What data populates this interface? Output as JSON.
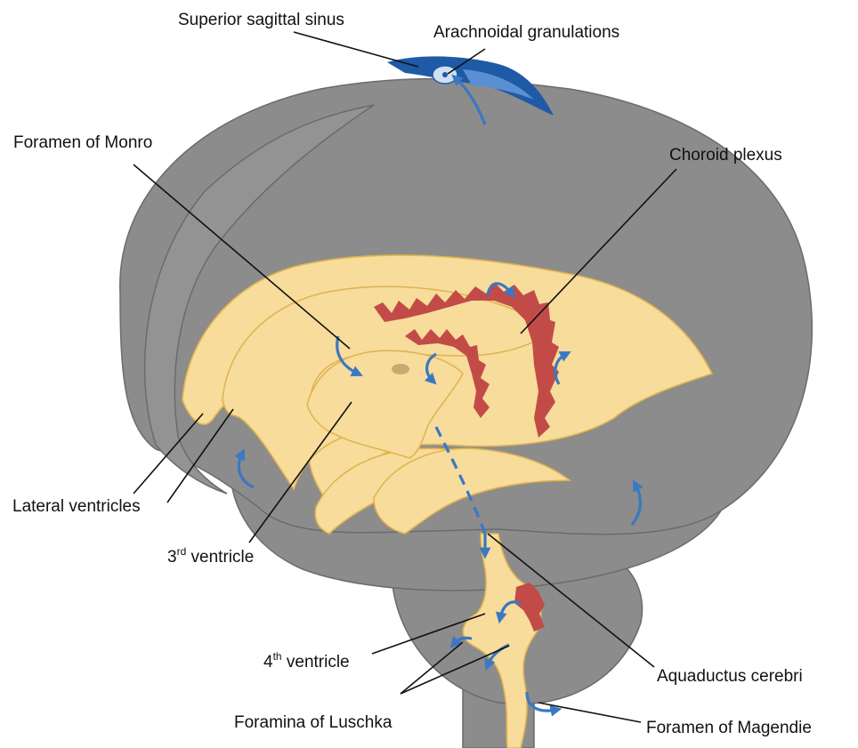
{
  "diagram": {
    "labels": {
      "superior_sagittal_sinus": "Superior sagittal sinus",
      "arachnoidal_granulations": "Arachnoidal granulations",
      "foramen_of_monro": "Foramen of Monro",
      "choroid_plexus": "Choroid plexus",
      "lateral_ventricles": "Lateral ventricles",
      "third_ventricle_num": "3",
      "third_ventricle_sup": "rd",
      "third_ventricle_word": " ventricle",
      "fourth_ventricle_num": "4",
      "fourth_ventricle_sup": "th",
      "fourth_ventricle_word": " ventricle",
      "aquaductus_cerebri": "Aquaductus cerebri",
      "foramina_of_luschka": "Foramina of Luschka",
      "foramen_of_magendie": "Foramen of Magendie"
    },
    "colors": {
      "brain": "#8c8c8c",
      "ventricles": "#f7dc9c",
      "choroid_plexus": "#c24b48",
      "csf_flow": "#3a78c2",
      "sinus": "#1f5aa6"
    }
  }
}
